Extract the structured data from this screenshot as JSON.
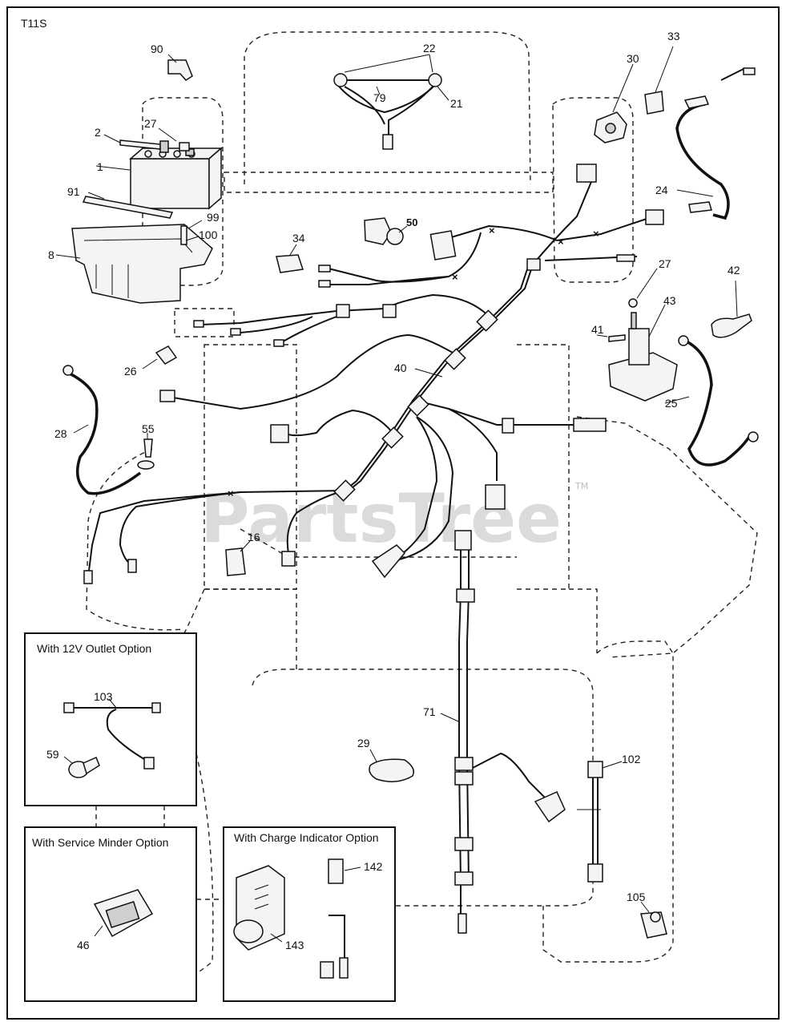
{
  "diagram": {
    "code": "T11S",
    "watermark": "PartsTree",
    "watermark_mark": "TM",
    "part_numbers": {
      "p1": "1",
      "p2": "2",
      "p8": "8",
      "p16": "16",
      "p21": "21",
      "p22": "22",
      "p24": "24",
      "p25": "25",
      "p26": "26",
      "p27a": "27",
      "p27b": "27",
      "p28": "28",
      "p29": "29",
      "p30": "30",
      "p33": "33",
      "p34": "34",
      "p40": "40",
      "p41": "41",
      "p42": "42",
      "p43": "43",
      "p46": "46",
      "p50": "50",
      "p55": "55",
      "p59": "59",
      "p71": "71",
      "p79": "79",
      "p90": "90",
      "p91": "91",
      "p99": "99",
      "p100": "100",
      "p102": "102",
      "p103": "103",
      "p105": "105",
      "p142": "142",
      "p143": "143"
    },
    "options": {
      "outlet_12v": "With 12V Outlet Option",
      "service_minder": "With Service Minder Option",
      "charge_indicator": "With Charge Indicator Option"
    }
  }
}
